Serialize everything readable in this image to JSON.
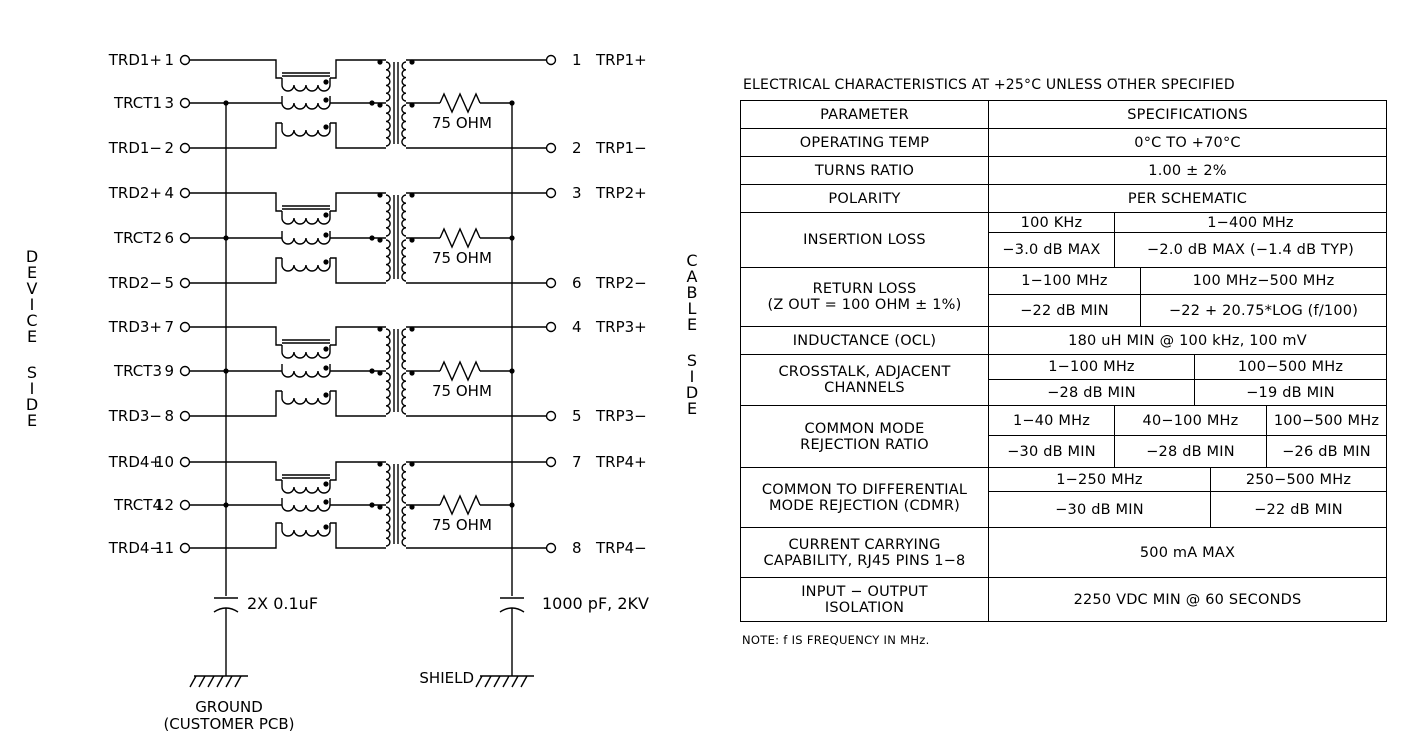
{
  "schematic": {
    "device_side": "DEVICE SIDE",
    "cable_side": "CABLE SIDE",
    "left_pins": [
      {
        "name": "TRD1+",
        "pin": "1"
      },
      {
        "name": "TRCT1",
        "pin": "3"
      },
      {
        "name": "TRD1−",
        "pin": "2"
      },
      {
        "name": "TRD2+",
        "pin": "4"
      },
      {
        "name": "TRCT2",
        "pin": "6"
      },
      {
        "name": "TRD2−",
        "pin": "5"
      },
      {
        "name": "TRD3+",
        "pin": "7"
      },
      {
        "name": "TRCT3",
        "pin": "9"
      },
      {
        "name": "TRD3−",
        "pin": "8"
      },
      {
        "name": "TRD4+",
        "pin": "10"
      },
      {
        "name": "TRCT4",
        "pin": "12"
      },
      {
        "name": "TRD4−",
        "pin": "11"
      }
    ],
    "right_pins": [
      {
        "pin": "1",
        "name": "TRP1+"
      },
      {
        "pin": "2",
        "name": "TRP1−"
      },
      {
        "pin": "3",
        "name": "TRP2+"
      },
      {
        "pin": "6",
        "name": "TRP2−"
      },
      {
        "pin": "4",
        "name": "TRP3+"
      },
      {
        "pin": "5",
        "name": "TRP3−"
      },
      {
        "pin": "7",
        "name": "TRP4+"
      },
      {
        "pin": "8",
        "name": "TRP4−"
      }
    ],
    "resistor_label": "75 OHM",
    "cap_left_label": "2X 0.1uF",
    "cap_right_label": "1000 pF, 2KV",
    "ground_label": "GROUND",
    "ground_sub_label": "(CUSTOMER PCB)",
    "shield_label": "SHIELD"
  },
  "table": {
    "condition": "ELECTRICAL CHARACTERISTICS AT +25°C UNLESS OTHER SPECIFIED",
    "header": {
      "parameter": "PARAMETER",
      "spec": "SPECIFICATIONS"
    },
    "operating_temp": {
      "param": "OPERATING TEMP",
      "value": "0°C TO +70°C"
    },
    "turns_ratio": {
      "param": "TURNS RATIO",
      "value": "1.00 ± 2%"
    },
    "polarity": {
      "param": "POLARITY",
      "value": "PER SCHEMATIC"
    },
    "insertion_loss": {
      "param": "INSERTION LOSS",
      "f1": "100 KHz",
      "f2": "1−400 MHz",
      "v1": "−3.0 dB MAX",
      "v2": "−2.0 dB MAX (−1.4 dB TYP)"
    },
    "return_loss": {
      "param_line1": "RETURN LOSS",
      "param_line2": "(Z OUT = 100 OHM ± 1%)",
      "f1": "1−100 MHz",
      "f2": "100 MHz−500 MHz",
      "v1": "−22 dB MIN",
      "v2": "−22 + 20.75*LOG (f/100)"
    },
    "inductance": {
      "param": "INDUCTANCE (OCL)",
      "value": "180 uH MIN @ 100 kHz, 100 mV"
    },
    "crosstalk": {
      "param_line1": "CROSSTALK, ADJACENT",
      "param_line2": "CHANNELS",
      "f1": "1−100 MHz",
      "f2": "100−500 MHz",
      "v1": "−28 dB MIN",
      "v2": "−19 dB MIN"
    },
    "cmrr": {
      "param_line1": "COMMON MODE",
      "param_line2": "REJECTION RATIO",
      "f1": "1−40 MHz",
      "f2": "40−100 MHz",
      "f3": "100−500 MHz",
      "v1": "−30 dB MIN",
      "v2": "−28 dB MIN",
      "v3": "−26 dB MIN"
    },
    "cdmr": {
      "param_line1": "COMMON TO DIFFERENTIAL",
      "param_line2": "MODE REJECTION (CDMR)",
      "f1": "1−250 MHz",
      "f2": "250−500 MHz",
      "v1": "−30 dB MIN",
      "v2": "−22 dB MIN"
    },
    "current": {
      "param_line1": "CURRENT CARRYING",
      "param_line2": "CAPABILITY, RJ45 PINS 1−8",
      "value": "500 mA MAX"
    },
    "isolation": {
      "param_line1": "INPUT − OUTPUT",
      "param_line2": "ISOLATION",
      "value": "2250 VDC MIN @ 60 SECONDS"
    },
    "note": "NOTE: f IS FREQUENCY IN MHz."
  }
}
